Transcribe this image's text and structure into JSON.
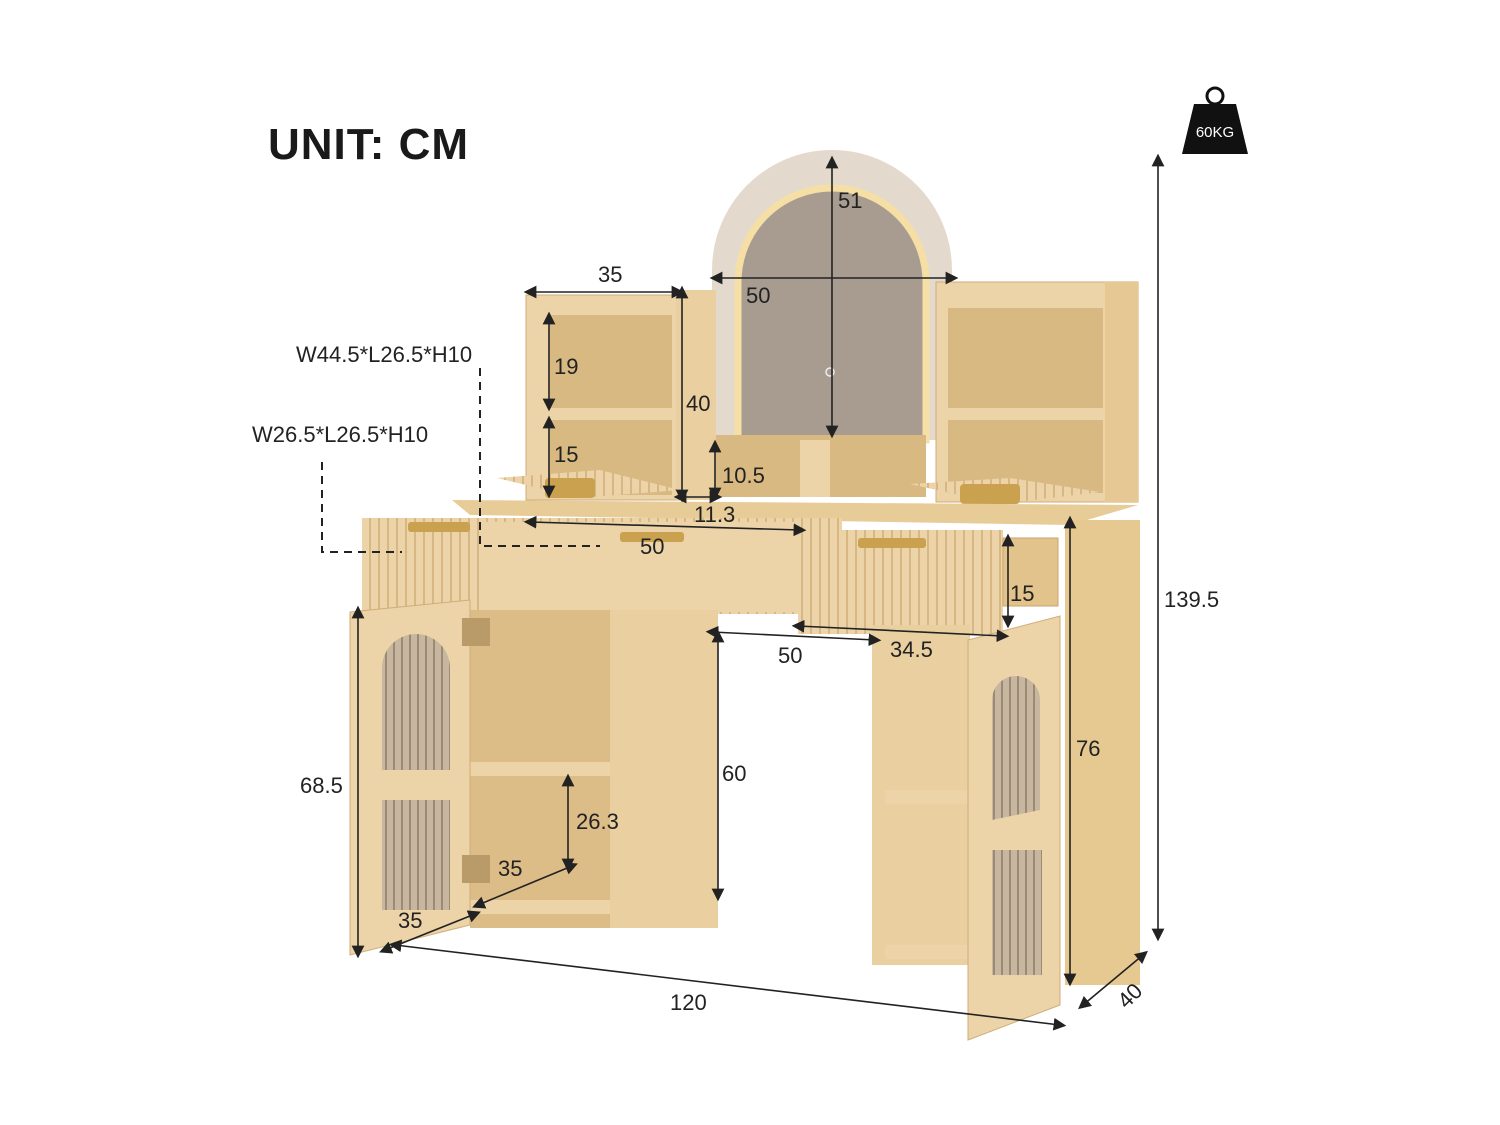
{
  "unit_label": "UNIT: CM",
  "weight_label": "60KG",
  "colors": {
    "wood": "#ecd3a8",
    "wood_dark": "#d9b982",
    "wood_shadow": "#c9a56c",
    "gold": "#c9a14f",
    "mirror": "#9a8f86",
    "mirror_glow": "#f3e2b6"
  },
  "dimensions": {
    "mirror_height": "51",
    "mirror_width": "50",
    "shelf_width": "35",
    "drawer_top": "W44.5*L26.5*H10",
    "drawer_small": "W26.5*L26.5*H10",
    "shelf_h1": "19",
    "shelf_h2": "15",
    "hutch_height": "40",
    "cubby_height": "10.5",
    "cubby_depth": "11.3",
    "drawer_inner_width": "50",
    "drawer_front_height": "15",
    "drawer_depth": "34.5",
    "knee_width": "50",
    "total_height": "139.5",
    "desk_height": "76",
    "cabinet_height": "68.5",
    "knee_height": "60",
    "inner_shelf_height": "26.3",
    "inner_shelf_depth": "35",
    "cabinet_width": "35",
    "total_width": "120",
    "total_depth": "40"
  }
}
